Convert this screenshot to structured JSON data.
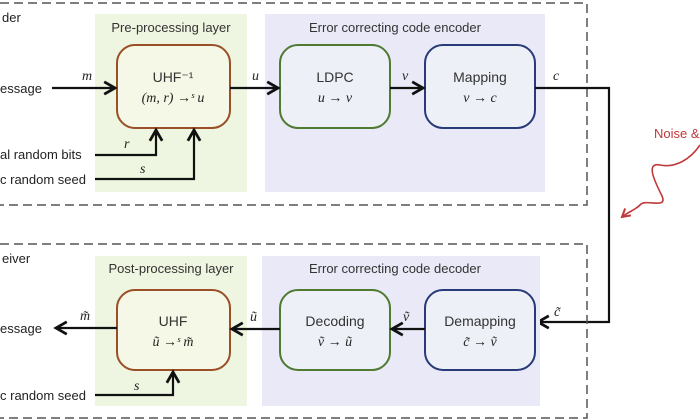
{
  "transmitter": {
    "section_label": "der",
    "inputs": {
      "message_label": "essage",
      "random_bits_label": "al random bits",
      "random_seed_label": "c random seed"
    },
    "signals": {
      "m": "m",
      "r": "r",
      "s": "s",
      "u": "u",
      "v": "v",
      "c": "c"
    },
    "preprocessing": {
      "title": "Pre-processing layer",
      "block": {
        "name": "UHF⁻¹",
        "formula": "(m, r) →ˢ u"
      }
    },
    "encoder": {
      "title": "Error correcting code encoder",
      "blocks": [
        {
          "name": "LDPC",
          "formula": "u → v"
        },
        {
          "name": "Mapping",
          "formula": "v → c"
        }
      ]
    }
  },
  "channel": {
    "noise_label": "Noise &"
  },
  "receiver": {
    "section_label": "eiver",
    "outputs": {
      "message_label": "essage",
      "random_seed_label": "c random seed"
    },
    "signals": {
      "m": "m̃",
      "s": "s",
      "u": "ũ",
      "v": "ṽ",
      "c": "c̃"
    },
    "postprocessing": {
      "title": "Post-processing layer",
      "block": {
        "name": "UHF",
        "formula": "ũ →ˢ m̃"
      }
    },
    "decoder": {
      "title": "Error correcting code decoder",
      "blocks": [
        {
          "name": "Decoding",
          "formula": "ṽ → ũ"
        },
        {
          "name": "Demapping",
          "formula": "c̃ → ṽ"
        }
      ]
    }
  },
  "colors": {
    "preprocessing_panel": "#eef5e0",
    "coding_panel": "#e9e9f7",
    "uhf_border": "#9a4f26",
    "ldpc_border": "#4f7a32",
    "mapping_border": "#283a78",
    "noise": "#c0393b",
    "dash": "#555555"
  }
}
